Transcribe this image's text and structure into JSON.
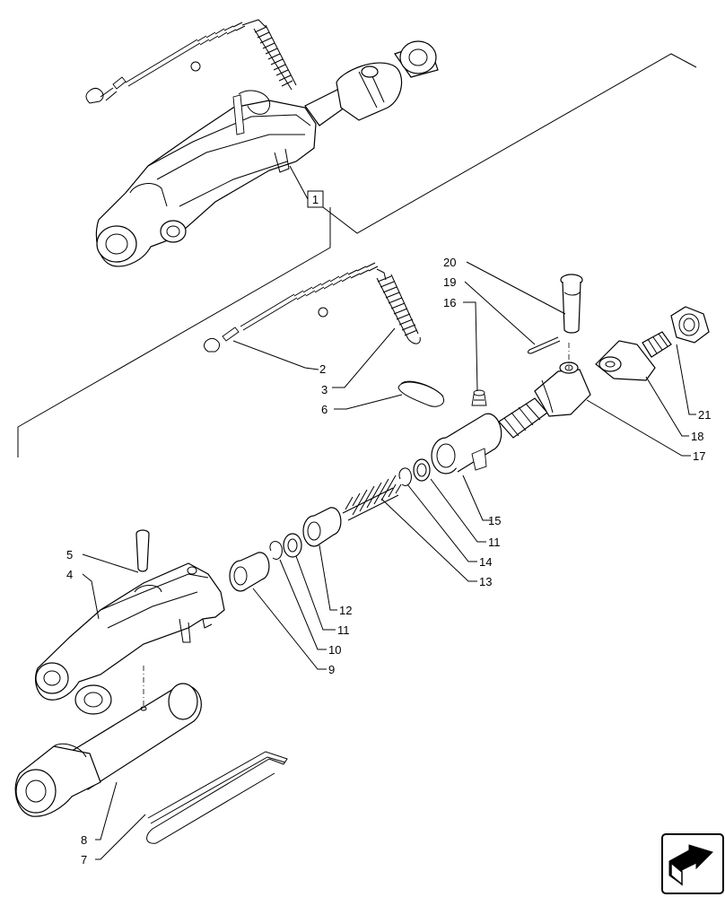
{
  "assembly_ref": "1",
  "callouts": {
    "c2": "2",
    "c3": "3",
    "c4": "4",
    "c5": "5",
    "c6": "6",
    "c7": "7",
    "c8": "8",
    "c9": "9",
    "c10": "10",
    "c11a": "11",
    "c11b": "11",
    "c12": "12",
    "c13": "13",
    "c14": "14",
    "c15": "15",
    "c16": "16",
    "c17": "17",
    "c18": "18",
    "c19": "19",
    "c20": "20",
    "c21": "21"
  },
  "nav_icon": "next-page-arrow-icon"
}
